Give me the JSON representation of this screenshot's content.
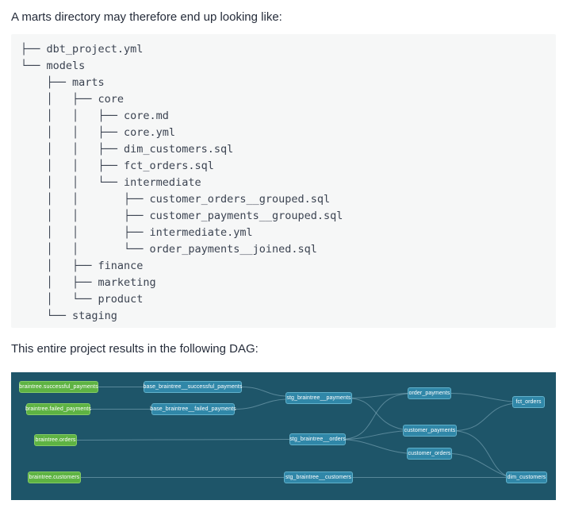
{
  "intro_text": "A marts directory may therefore end up looking like:",
  "code_block": {
    "lines": [
      "├── dbt_project.yml",
      "└── models",
      "    ├── marts",
      "    │   ├── core",
      "    │   │   ├── core.md",
      "    │   │   ├── core.yml",
      "    │   │   ├── dim_customers.sql",
      "    │   │   ├── fct_orders.sql",
      "    │   │   └── intermediate",
      "    │   │       ├── customer_orders__grouped.sql",
      "    │   │       ├── customer_payments__grouped.sql",
      "    │   │       ├── intermediate.yml",
      "    │   │       └── order_payments__joined.sql",
      "    │   ├── finance",
      "    │   ├── marketing",
      "    │   └── product",
      "    └── staging"
    ]
  },
  "dag_caption": "This entire project results in the following DAG:",
  "dag": {
    "colors": {
      "background": "#1e5569",
      "source_node_fill": "#5eb343",
      "source_node_border": "#85cc66",
      "model_node_fill": "#3087a8",
      "model_node_border": "#61b1cb",
      "edge": "#9fc6d4",
      "node_text": "#ffffff"
    },
    "nodes": [
      {
        "label": "braintree.successful_payments",
        "type": "source"
      },
      {
        "label": "braintree.failed_payments",
        "type": "source"
      },
      {
        "label": "braintree.orders",
        "type": "source"
      },
      {
        "label": "braintree.customers",
        "type": "source"
      },
      {
        "label": "base_braintree__successful_payments",
        "type": "model"
      },
      {
        "label": "base_braintree__failed_payments",
        "type": "model"
      },
      {
        "label": "stg_braintree__payments",
        "type": "model"
      },
      {
        "label": "stg_braintree__orders",
        "type": "model"
      },
      {
        "label": "stg_braintree__customers",
        "type": "model"
      },
      {
        "label": "order_payments",
        "type": "model"
      },
      {
        "label": "customer_payments",
        "type": "model"
      },
      {
        "label": "customer_orders",
        "type": "model"
      },
      {
        "label": "fct_orders",
        "type": "model"
      },
      {
        "label": "dim_customers",
        "type": "model"
      }
    ],
    "edges": [
      [
        "braintree.successful_payments",
        "base_braintree__successful_payments"
      ],
      [
        "braintree.failed_payments",
        "base_braintree__failed_payments"
      ],
      [
        "base_braintree__successful_payments",
        "stg_braintree__payments"
      ],
      [
        "base_braintree__failed_payments",
        "stg_braintree__payments"
      ],
      [
        "braintree.orders",
        "stg_braintree__orders"
      ],
      [
        "braintree.customers",
        "stg_braintree__customers"
      ],
      [
        "stg_braintree__payments",
        "order_payments"
      ],
      [
        "stg_braintree__payments",
        "customer_payments"
      ],
      [
        "stg_braintree__orders",
        "order_payments"
      ],
      [
        "stg_braintree__orders",
        "customer_payments"
      ],
      [
        "stg_braintree__orders",
        "customer_orders"
      ],
      [
        "order_payments",
        "fct_orders"
      ],
      [
        "customer_payments",
        "fct_orders"
      ],
      [
        "customer_payments",
        "dim_customers"
      ],
      [
        "customer_orders",
        "dim_customers"
      ],
      [
        "stg_braintree__customers",
        "dim_customers"
      ]
    ]
  }
}
